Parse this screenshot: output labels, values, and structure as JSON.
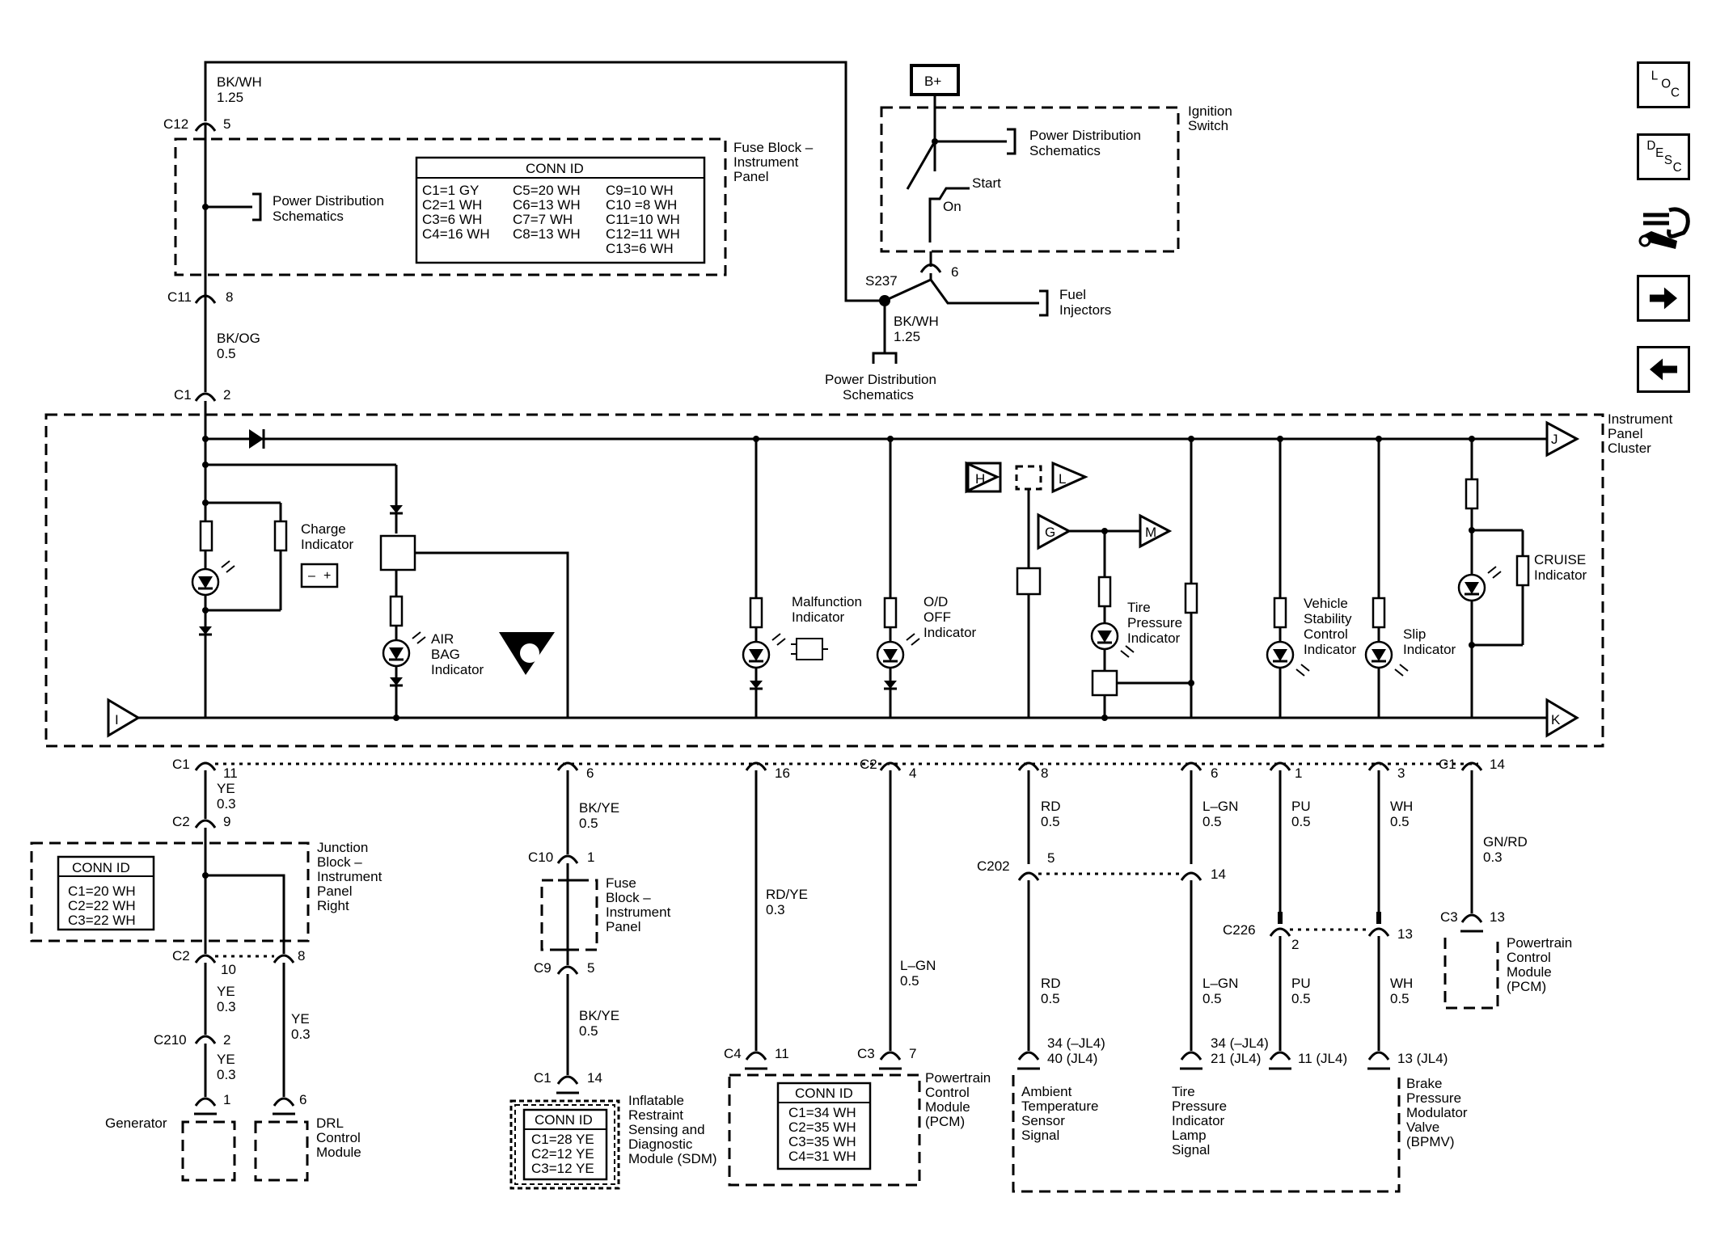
{
  "nav": {
    "loc": [
      "L",
      "O",
      "C"
    ],
    "desc": [
      "D",
      "E",
      "S",
      "C"
    ]
  },
  "top": {
    "bkwh_a": "BK/WH",
    "bkwh_a_g": "1.25",
    "c12": "C12",
    "c12_pin": "5",
    "fuse_block": [
      "Fuse Block –",
      "Instrument",
      "Panel"
    ],
    "pds1": [
      "Power Distribution",
      "Schematics"
    ],
    "c11": "C11",
    "c11_pin": "8",
    "bkog": "BK/OG",
    "bkog_g": "0.5",
    "c1": "C1",
    "c1_pin": "2",
    "bplus": "B+",
    "ignition_switch": [
      "Ignition",
      "Switch"
    ],
    "pds2": [
      "Power Distribution",
      "Schematics"
    ],
    "start": "Start",
    "on": "On",
    "ign_pin": "6",
    "s237": "S237",
    "fuel_injectors": [
      "Fuel",
      "Injectors"
    ],
    "bkwh_b": "BK/WH",
    "bkwh_b_g": "1.25",
    "pds3": [
      "Power Distribution",
      "Schematics"
    ]
  },
  "conn_fuse": {
    "title": "CONN ID",
    "col1": [
      "C1=1 GY",
      "C2=1 WH",
      "C3=6 WH",
      "C4=16 WH"
    ],
    "col2": [
      "C5=20 WH",
      "C6=13 WH",
      "C7=7 WH",
      "C8=13 WH"
    ],
    "col3": [
      "C9=10 WH",
      "C10 =8 WH",
      "C11=10 WH",
      "C12=11 WH",
      "C13=6 WH"
    ]
  },
  "cluster": {
    "title": [
      "Instrument",
      "Panel",
      "Cluster"
    ],
    "charge": [
      "Charge",
      "Indicator"
    ],
    "airbag": [
      "AIR",
      "BAG",
      "Indicator"
    ],
    "mil": [
      "Malfunction",
      "Indicator"
    ],
    "od": [
      "O/D",
      "OFF",
      "Indicator"
    ],
    "tire": [
      "Tire",
      "Pressure",
      "Indicator"
    ],
    "vsc": [
      "Vehicle",
      "Stability",
      "Control",
      "Indicator"
    ],
    "slip": [
      "Slip",
      "Indicator"
    ],
    "cruise": [
      "CRUISE",
      "Indicator"
    ],
    "flags": {
      "h": "H",
      "l": "L",
      "g": "G",
      "m": "M",
      "j": "J",
      "i": "I",
      "k": "K"
    }
  },
  "bottom": {
    "c1_11": "C1",
    "pin11": "11",
    "ye03_a": [
      "YE",
      "0.3"
    ],
    "c2_9": "C2",
    "pin9": "9",
    "jb": [
      "Junction",
      "Block –",
      "Instrument",
      "Panel",
      "Right"
    ],
    "conn_jb": {
      "title": "CONN ID",
      "rows": [
        "C1=20 WH",
        "C2=22 WH",
        "C3=22 WH"
      ]
    },
    "c2_10": "C2",
    "pin10": "10",
    "pin8_jb": "8",
    "ye03_b": [
      "YE",
      "0.3"
    ],
    "ye03_c": [
      "YE",
      "0.3"
    ],
    "c210": "C210",
    "pin2_c210": "2",
    "ye03_d": [
      "YE",
      "0.3"
    ],
    "gen_pin": "1",
    "drl_pin": "6",
    "generator": "Generator",
    "drl": [
      "DRL",
      "Control",
      "Module"
    ],
    "pin6_sdm": "6",
    "bkye_a": [
      "BK/YE",
      "0.5"
    ],
    "c10": "C10",
    "c10_pin": "1",
    "fuse_block2": [
      "Fuse",
      "Block –",
      "Instrument",
      "Panel"
    ],
    "c9": "C9",
    "c9_pin": "5",
    "bkye_b": [
      "BK/YE",
      "0.5"
    ],
    "c1_14": "C1",
    "pin14_sdm": "14",
    "sdm": [
      "Inflatable",
      "Restraint",
      "Sensing and",
      "Diagnostic",
      "Module (SDM)"
    ],
    "conn_sdm": {
      "title": "CONN ID",
      "rows": [
        "C1=28 YE",
        "C2=12 YE",
        "C3=12 YE"
      ]
    },
    "pin16": "16",
    "rdye": [
      "RD/YE",
      "0.3"
    ],
    "c4": "C4",
    "c4_pin": "11",
    "c2_4": "C2",
    "pin4": "4",
    "lgn_a": [
      "L–GN",
      "0.5"
    ],
    "c3_7": "C3",
    "pin7": "7",
    "pcm": [
      "Powertrain",
      "Control",
      "Module",
      "(PCM)"
    ],
    "conn_pcm": {
      "title": "CONN ID",
      "rows": [
        "C1=34 WH",
        "C2=35 WH",
        "C3=35 WH",
        "C4=31 WH"
      ]
    },
    "pin8": "8",
    "rd05_a": [
      "RD",
      "0.5"
    ],
    "c202": "C202",
    "c202_pin5": "5",
    "c202_pin14": "14",
    "rd05_b": [
      "RD",
      "0.5"
    ],
    "ats_pins": [
      "34 (–JL4)",
      "40 (JL4)"
    ],
    "ats": [
      "Ambient",
      "Temperature",
      "Sensor",
      "Signal"
    ],
    "pin6_tp": "6",
    "lgn_b": [
      "L–GN",
      "0.5"
    ],
    "lgn_c": [
      "L–GN",
      "0.5"
    ],
    "tp_pins": [
      "34 (–JL4)",
      "21 (JL4)"
    ],
    "tpl": [
      "Tire",
      "Pressure",
      "Indicator",
      "Lamp",
      "Signal"
    ],
    "pin1": "1",
    "pu05_a": [
      "PU",
      "0.5"
    ],
    "c226": "C226",
    "c226_pin2": "2",
    "c226_pin13": "13",
    "pu05_b": [
      "PU",
      "0.5"
    ],
    "pin11_jl4": "11 (JL4)",
    "pin3": "3",
    "wh05_a": [
      "WH",
      "0.5"
    ],
    "wh05_b": [
      "WH",
      "0.5"
    ],
    "pin13_jl4": "13 (JL4)",
    "bpmv": [
      "Brake",
      "Pressure",
      "Modulator",
      "Valve",
      "(BPMV)"
    ],
    "c1_14b": "C1",
    "pin14_cr": "14",
    "gnrd": [
      "GN/RD",
      "0.3"
    ],
    "c3_13": "C3",
    "pin13_pcm": "13",
    "pcm2": [
      "Powertrain",
      "Control",
      "Module",
      "(PCM)"
    ]
  }
}
